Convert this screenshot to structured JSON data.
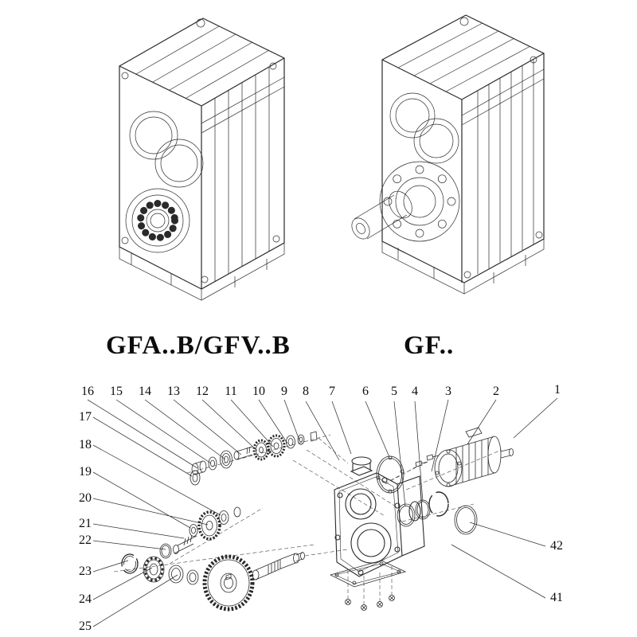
{
  "figures": {
    "left_label": "GFA..B/GFV..B",
    "right_label": "GF.."
  },
  "exploded": {
    "callouts": [
      "16",
      "15",
      "14",
      "13",
      "12",
      "11",
      "10",
      "9",
      "8",
      "7",
      "6",
      "5",
      "4",
      "3",
      "2",
      "1",
      "17",
      "18",
      "19",
      "20",
      "21",
      "22",
      "23",
      "24",
      "25",
      "42",
      "41"
    ]
  },
  "colors": {
    "line": "#2a2a2a",
    "background": "#ffffff"
  }
}
